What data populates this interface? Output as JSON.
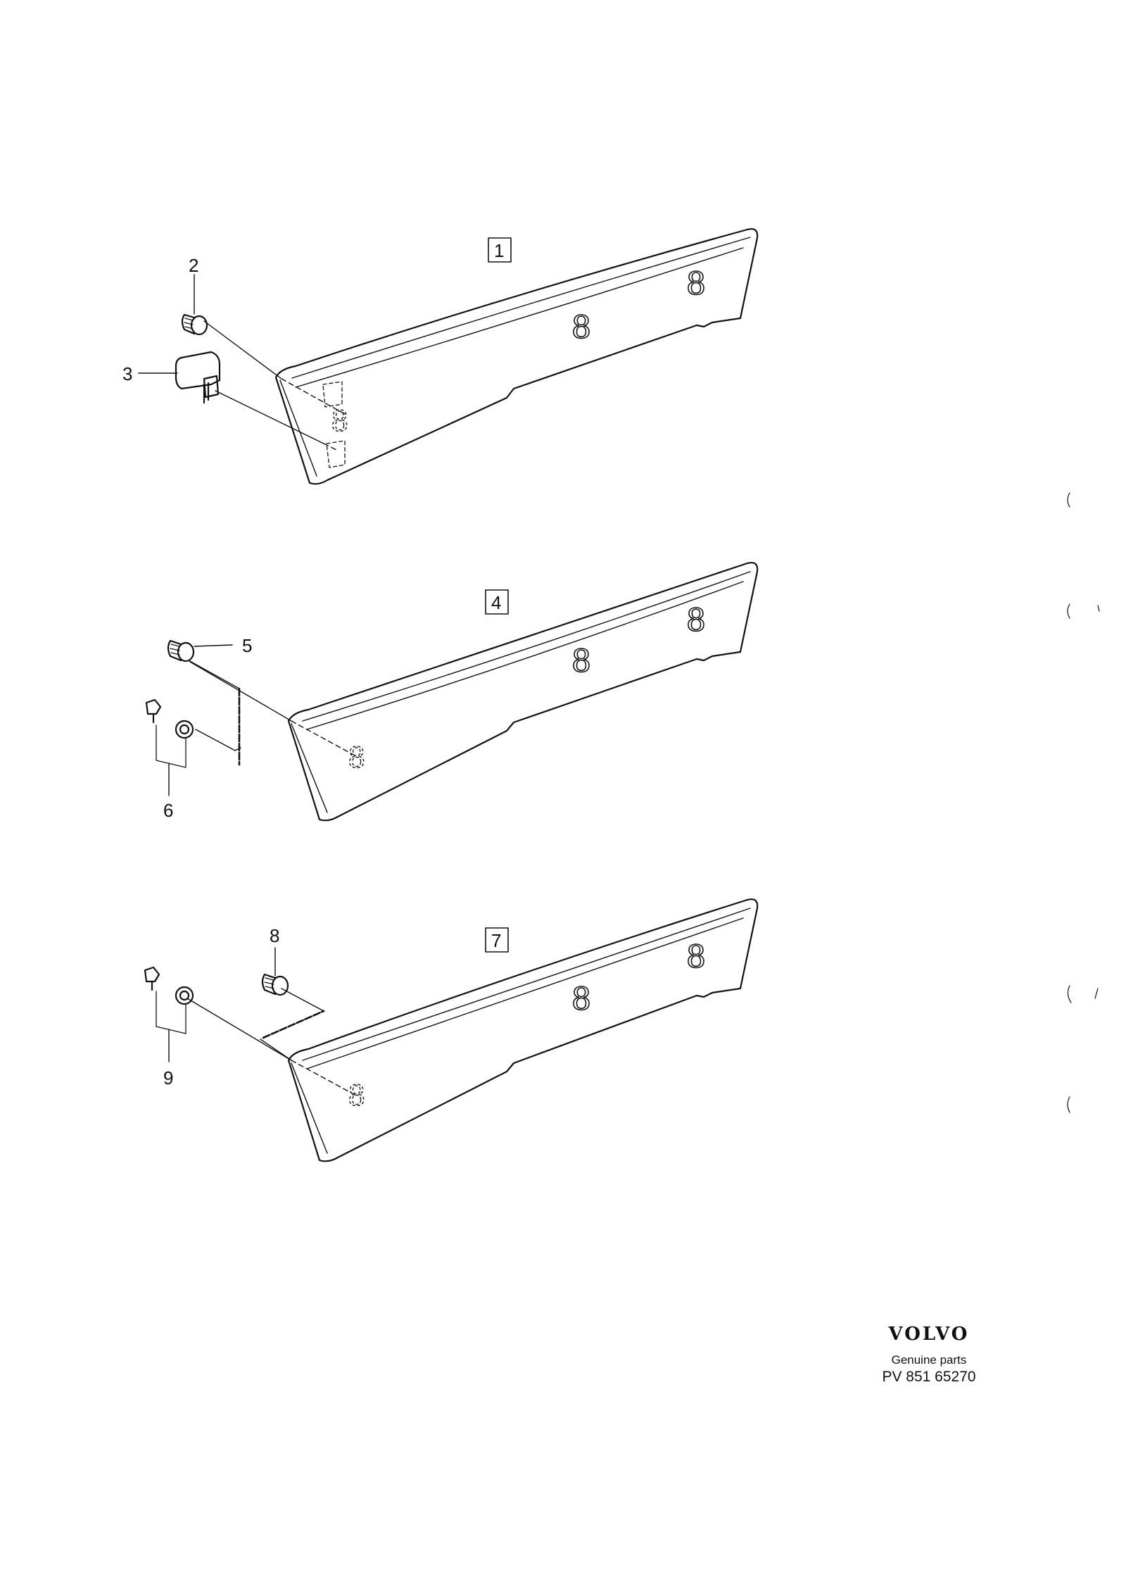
{
  "assemblies": [
    {
      "box_label": "1",
      "callouts": [
        "2",
        "3"
      ]
    },
    {
      "box_label": "4",
      "callouts": [
        "5",
        "6"
      ]
    },
    {
      "box_label": "7",
      "callouts": [
        "8",
        "9"
      ]
    }
  ],
  "footer": {
    "brand": "VOLVO",
    "tagline": "Genuine parts",
    "reference": "PV 851 65270"
  }
}
